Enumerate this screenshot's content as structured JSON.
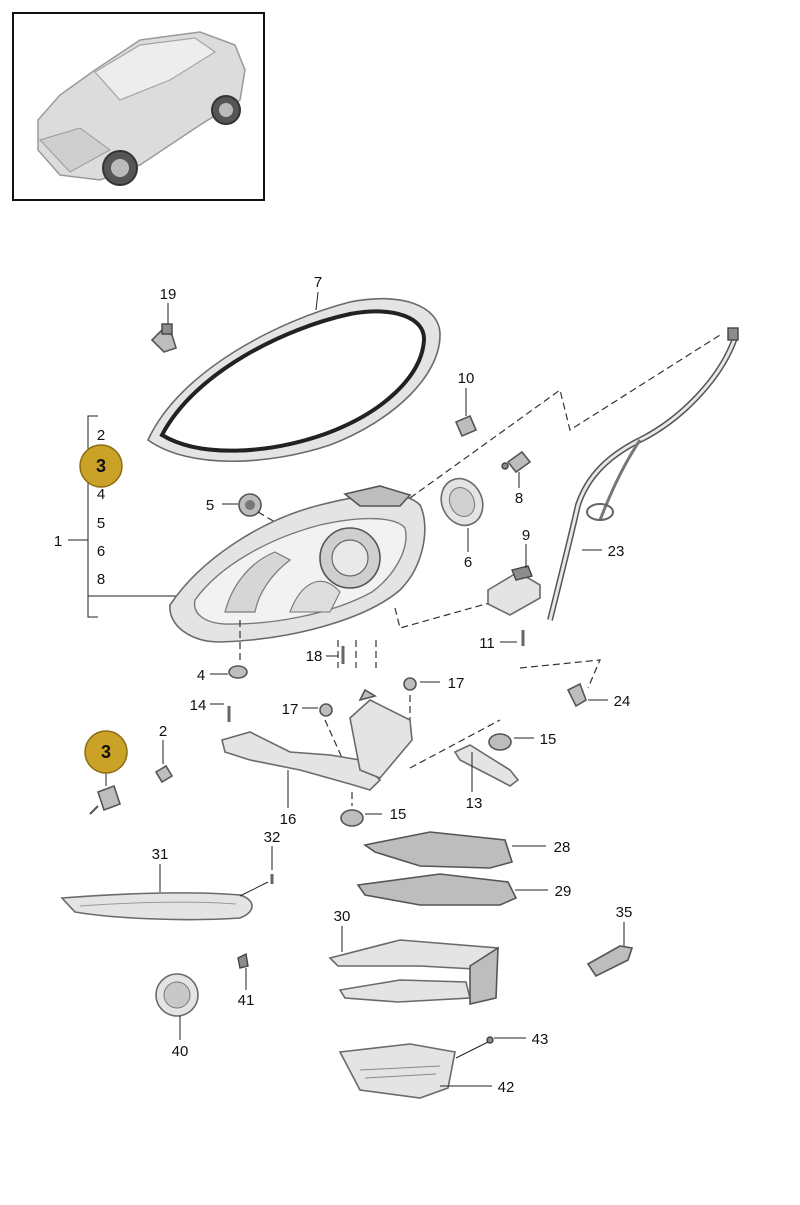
{
  "callouts": {
    "n1": "1",
    "n2": "2",
    "n3": "3",
    "n4": "4",
    "n5": "5",
    "n6": "6",
    "n7": "7",
    "n8": "8",
    "n9": "9",
    "n10": "10",
    "n11": "11",
    "n13": "13",
    "n14": "14",
    "n15": "15",
    "n16": "16",
    "n17": "17",
    "n18": "18",
    "n19": "19",
    "n23": "23",
    "n24": "24",
    "n28": "28",
    "n29": "29",
    "n30": "30",
    "n31": "31",
    "n32": "32",
    "n35": "35",
    "n40": "40",
    "n41": "41",
    "n42": "42",
    "n43": "43"
  },
  "colors": {
    "highlight_badge": "#c9a227",
    "line": "#222222",
    "part_fill": "#e4e4e4"
  },
  "icons": {
    "vehicle": "suv-car-icon"
  }
}
